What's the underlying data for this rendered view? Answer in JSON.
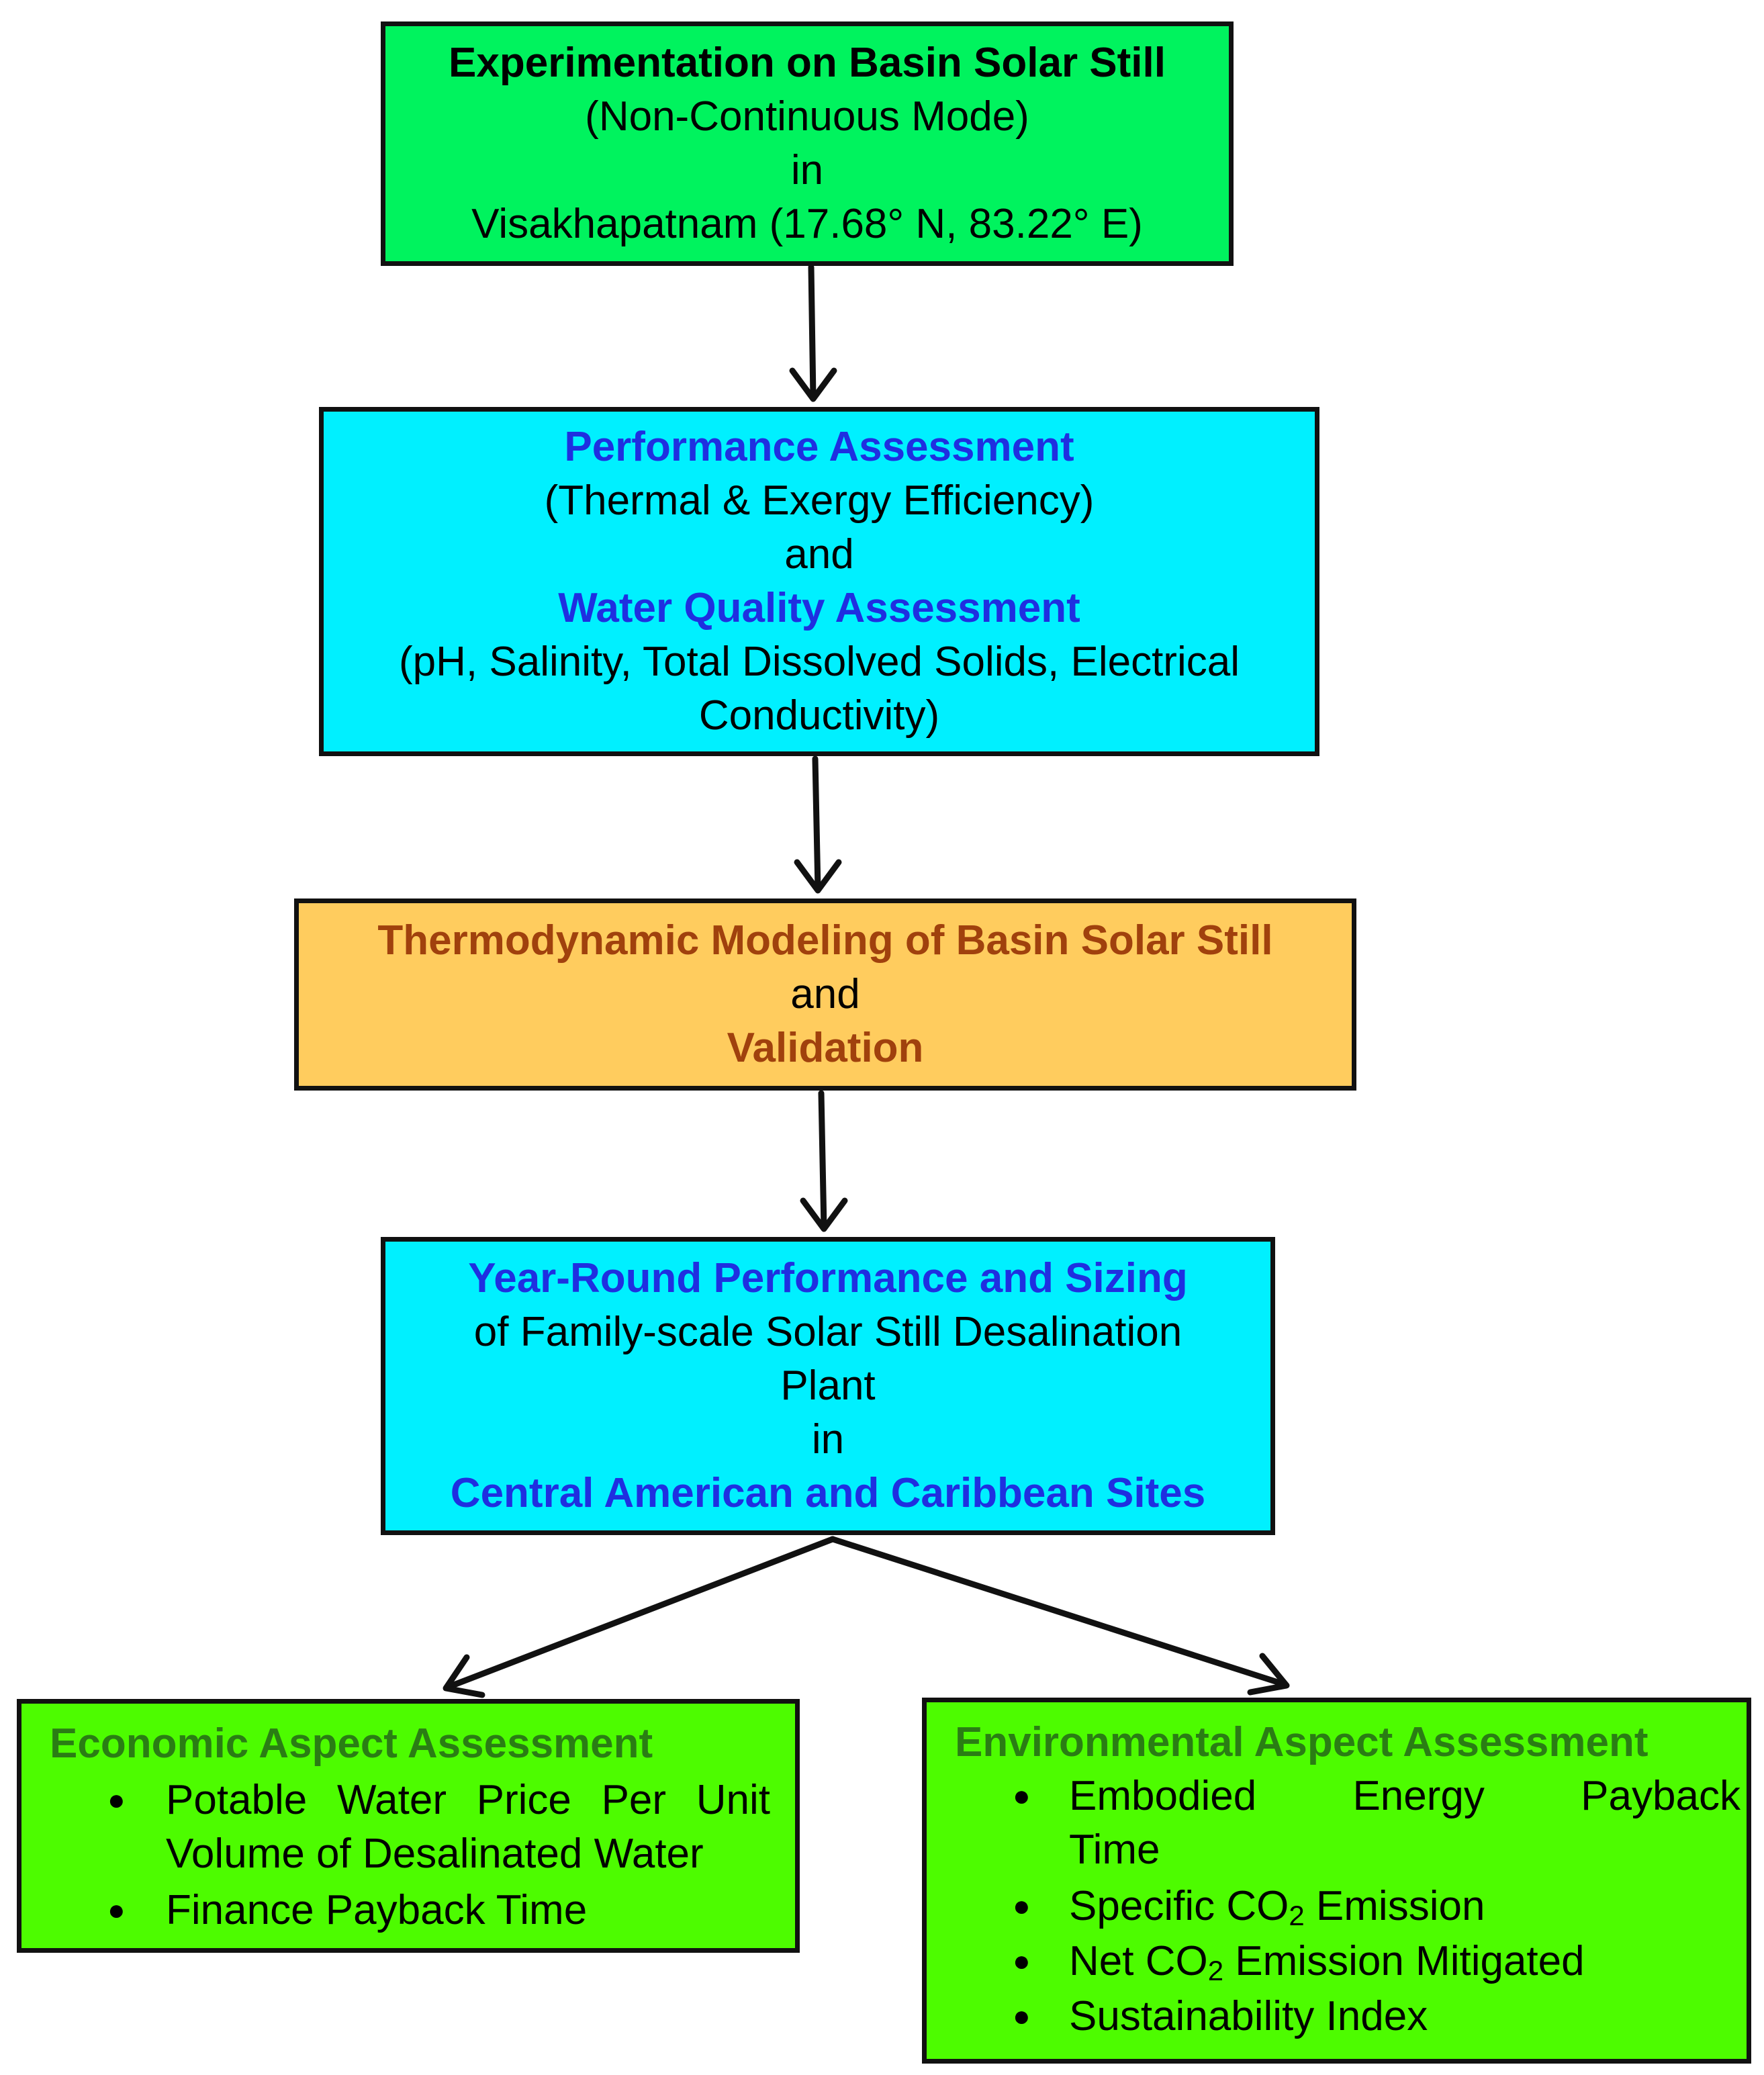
{
  "box1": {
    "title": "Experimentation on Basin Solar Still",
    "line2": "(Non-Continuous Mode)",
    "line3": "in",
    "line4": "Visakhapatnam (17.68° N, 83.22° E)"
  },
  "box2": {
    "heading1": "Performance Assessment",
    "line2": "(Thermal & Exergy Efficiency)",
    "line3": "and",
    "heading2": "Water Quality Assessment",
    "line5": "(pH, Salinity, Total Dissolved Solids, Electrical",
    "line6": "Conductivity)"
  },
  "box3": {
    "heading1": "Thermodynamic Modeling of Basin Solar Still",
    "line2": "and",
    "heading2": "Validation"
  },
  "box4": {
    "heading1": "Year-Round Performance and Sizing",
    "line2": "of Family-scale Solar Still Desalination",
    "line3": "Plant",
    "line4": "in",
    "heading2": "Central American and Caribbean Sites"
  },
  "economic": {
    "title": "Economic Aspect Assessment",
    "item1_line1_words": [
      "Potable",
      "Water",
      "Price",
      "Per",
      "Unit"
    ],
    "item1_line2": "Volume of Desalinated Water",
    "item2": "Finance Payback Time"
  },
  "environmental": {
    "title": "Environmental Aspect Assessment",
    "item1_line1_words": [
      "Embodied",
      "Energy",
      "Payback"
    ],
    "item1_line2": "Time",
    "item2_pre": "Specific CO",
    "item2_sub": "2",
    "item2_post": " Emission",
    "item3_pre": "Net CO",
    "item3_sub": "2",
    "item3_post": " Emission Mitigated",
    "item4": "Sustainability Index"
  },
  "bullet_glyph": "●",
  "colors": {
    "box1_fill": "#00f35e",
    "cyan_fill": "#00f0ff",
    "orange_fill": "#ffcc5e",
    "aspect_fill": "#4dfc00",
    "heading_blue": "#1f2fe0",
    "heading_brown": "#a0410d",
    "heading_green": "#2a7d14",
    "stroke": "#111111"
  }
}
